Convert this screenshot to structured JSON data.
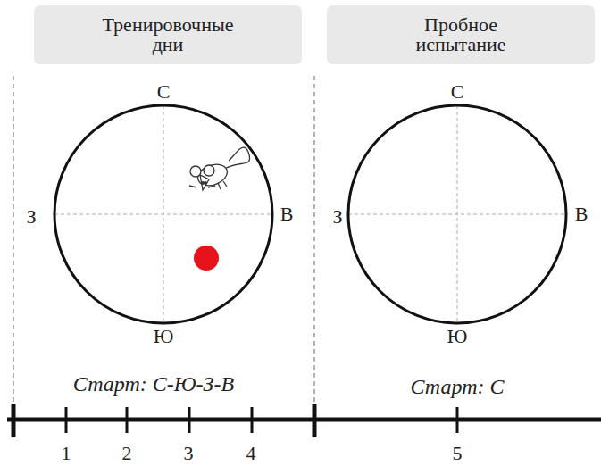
{
  "diagram": {
    "nodes": [
      {
        "text": [
          "Тренировочные дни"
        ]
      },
      {
        "text": [
          "Пробное испытание"
        ]
      }
    ],
    "labels": [
      "С",
      "З",
      "В",
      "Ю",
      "Старт: С-Ю-З-В",
      "С",
      "З",
      "В",
      "Ю",
      "Старт: С",
      "1",
      "2",
      "3",
      "4",
      "5"
    ]
  }
}
